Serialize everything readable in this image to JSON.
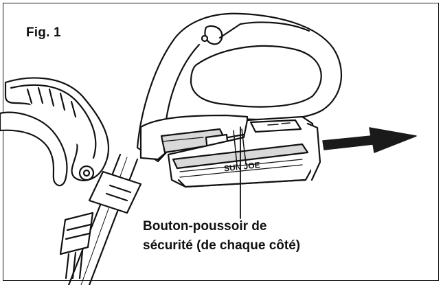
{
  "figure": {
    "label": "Fig. 1",
    "battery_brand": "SUN JOE",
    "callout_line1": "Bouton-poussoir de",
    "callout_line2": "sécurité (de chaque côté)"
  },
  "colors": {
    "ink": "#111111",
    "fill": "#ffffff",
    "shade": "#d9d9d9",
    "arrow": "#1a1a1a"
  },
  "icons": [
    "removal-arrow-icon"
  ]
}
